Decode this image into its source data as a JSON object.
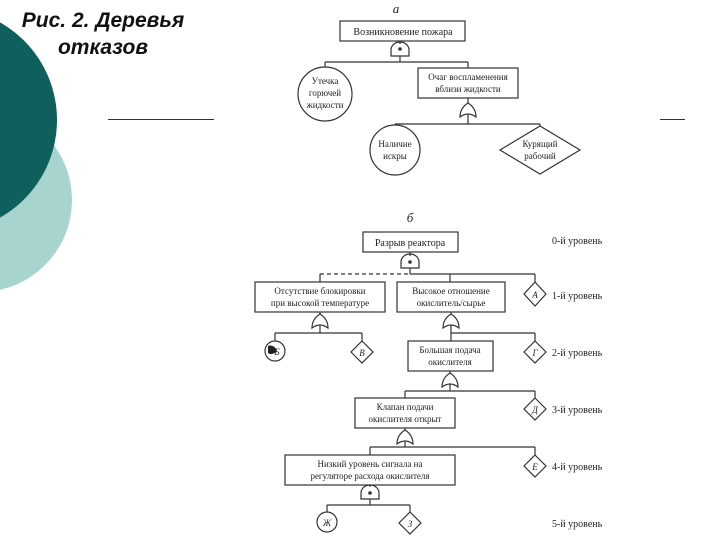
{
  "slide": {
    "title_line1": "Рис. 2. Деревья",
    "title_line2": "отказов"
  },
  "diagram_a": {
    "label": "а",
    "top_event": "Возникновение пожара",
    "circle_leak": [
      "Утечка",
      "горючей",
      "жидкости"
    ],
    "ignition_source": [
      "Очаг воспламенения",
      "вблизи жидкости"
    ],
    "spark": [
      "Наличие",
      "искры"
    ],
    "smoking_worker": [
      "Курящий",
      "рабочий"
    ]
  },
  "diagram_b": {
    "label": "б",
    "top_event": "Разрыв реактора",
    "no_lockout": [
      "Отсутствие блокировки",
      "при высокой температуре"
    ],
    "high_ratio": [
      "Высокое отношение",
      "окислитель/сырье"
    ],
    "high_feed": [
      "Большая подача",
      "окислителя"
    ],
    "valve": [
      "Клапан подачи",
      "окислителя открыт"
    ],
    "low_signal": [
      "Низкий уровень сигнала на",
      "регуляторе расхода окислителя"
    ],
    "letters": {
      "A": "А",
      "B": "Б",
      "V": "В",
      "G": "Г",
      "D": "Д",
      "E": "Е",
      "Zh": "Ж",
      "Z": "З"
    },
    "levels": [
      "0-й уровень",
      "1-й уровень",
      "2-й уровень",
      "3-й уровень",
      "4-й уровень",
      "5-й уровень"
    ]
  }
}
